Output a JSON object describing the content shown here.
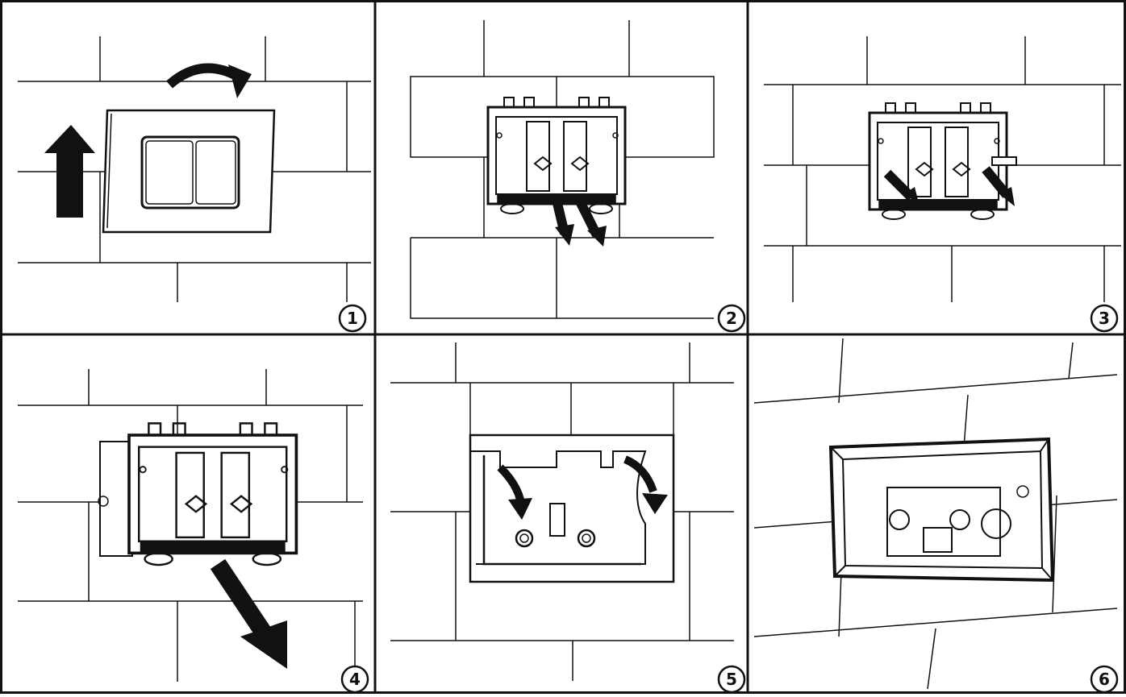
{
  "panels": [
    {
      "step": "1"
    },
    {
      "step": "2"
    },
    {
      "step": "3"
    },
    {
      "step": "4"
    },
    {
      "step": "5"
    },
    {
      "step": "6"
    }
  ],
  "colors": {
    "ink": "#111111",
    "paper": "#ffffff"
  }
}
